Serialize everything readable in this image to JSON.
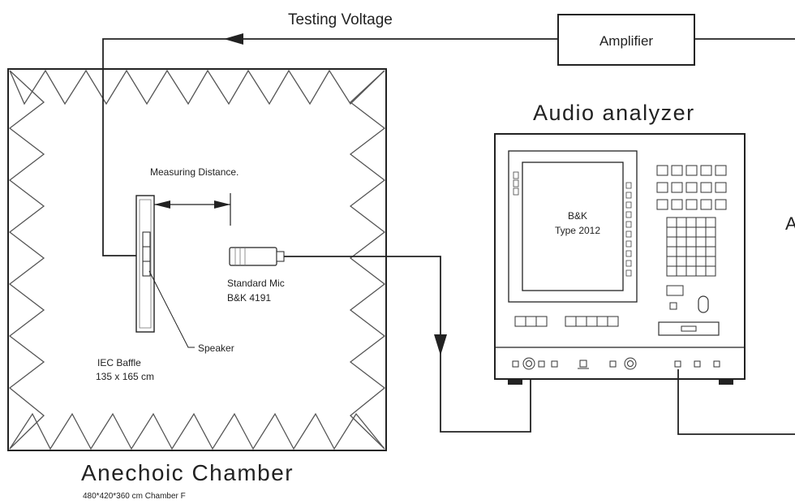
{
  "labels": {
    "testing_voltage": "Testing Voltage",
    "amplifier": "Amplifier",
    "audio_analyzer": "Audio analyzer",
    "measuring_distance": "Measuring Distance.",
    "analyzer_model_line1": "B&K",
    "analyzer_model_line2": "Type 2012",
    "standard_mic_line1": "Standard Mic",
    "standard_mic_line2": "B&K 4191",
    "speaker": "Speaker",
    "baffle_line1": "IEC Baffle",
    "baffle_line2": "135 x 165 cm",
    "chamber_title": "Anechoic Chamber",
    "chamber_dims": "480*420*360 cm Chamber F",
    "cutoff_letter": "A"
  },
  "colors": {
    "line": "#222222",
    "background": "#ffffff"
  }
}
